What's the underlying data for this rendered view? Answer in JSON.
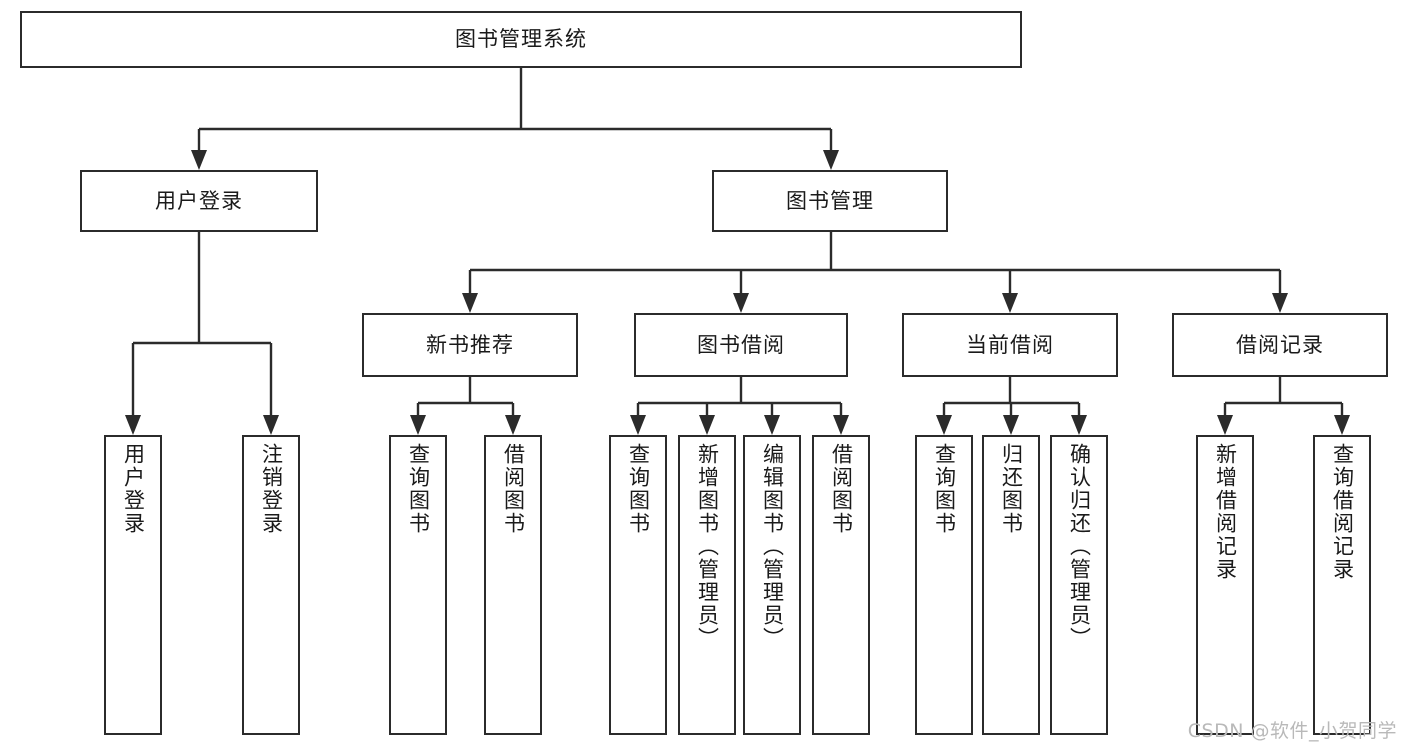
{
  "diagram": {
    "title": "图书管理系统",
    "type": "tree",
    "watermark": "CSDN @软件_小贺同学",
    "colors": {
      "box_border": "#2b2b2b",
      "box_fill": "#ffffff",
      "text": "#1a1a1a",
      "connector": "#2b2b2b",
      "watermark": "#b9b9b9",
      "background": "#ffffff"
    },
    "levels": {
      "root": {
        "label": "图书管理系统"
      },
      "level2": [
        {
          "label": "用户登录"
        },
        {
          "label": "图书管理"
        }
      ],
      "level3": [
        {
          "label": "新书推荐"
        },
        {
          "label": "图书借阅"
        },
        {
          "label": "当前借阅"
        },
        {
          "label": "借阅记录"
        }
      ]
    },
    "leaves": {
      "user_login": [
        {
          "label": "用户登录"
        },
        {
          "label": "注销登录"
        }
      ],
      "new_book_recommend": [
        {
          "label": "查询图书"
        },
        {
          "label": "借阅图书"
        }
      ],
      "book_borrow": [
        {
          "label": "查询图书"
        },
        {
          "label": "新增图书（管理员）"
        },
        {
          "label": "编辑图书（管理员）"
        },
        {
          "label": "借阅图书"
        }
      ],
      "current_borrow": [
        {
          "label": "查询图书"
        },
        {
          "label": "归还图书"
        },
        {
          "label": "确认归还（管理员）"
        }
      ],
      "borrow_record": [
        {
          "label": "新增借阅记录"
        },
        {
          "label": "查询借阅记录"
        }
      ]
    }
  }
}
